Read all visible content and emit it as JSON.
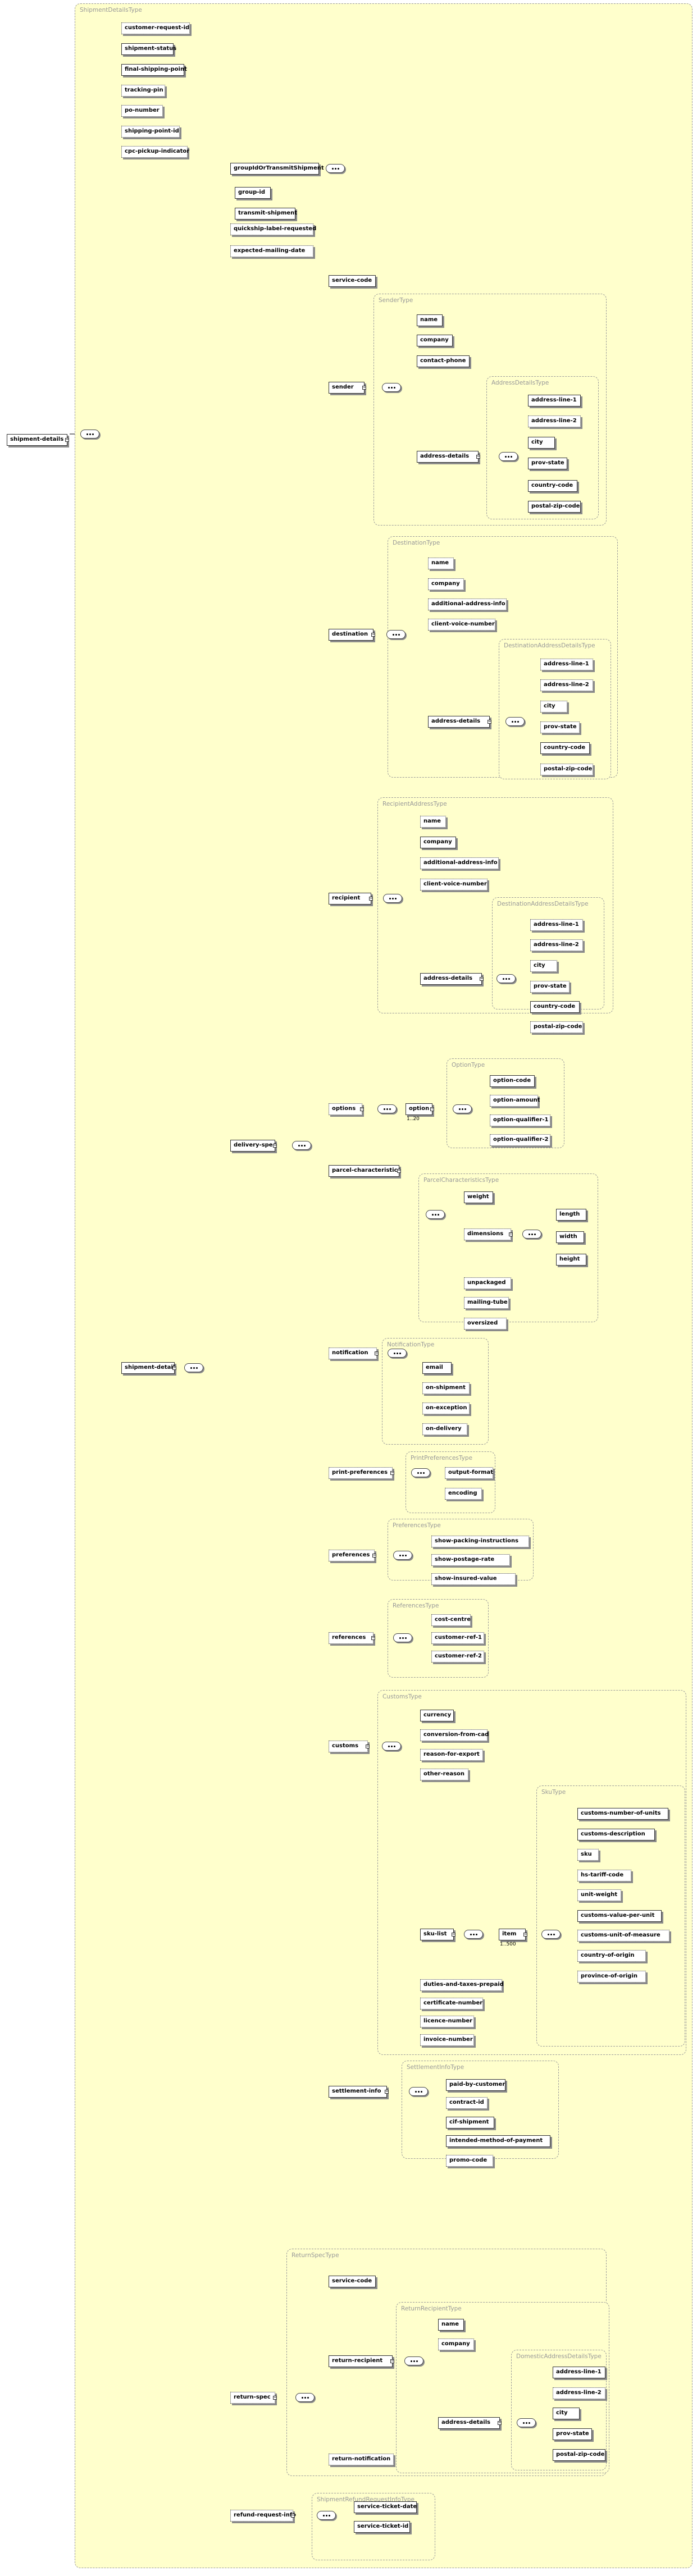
{
  "root": "shipment-details",
  "types": {
    "ShipmentDetailsType": "ShipmentDetailsType",
    "SenderType": "SenderType",
    "AddressDetailsType": "AddressDetailsType",
    "DestinationType": "DestinationType",
    "DestinationAddressDetailsType": "DestinationAddressDetailsType",
    "RecipientAddressType": "RecipientAddressType",
    "OptionType": "OptionType",
    "ParcelCharacteristicsType": "ParcelCharacteristicsType",
    "NotificationType": "NotificationType",
    "PrintPreferencesType": "PrintPreferencesType",
    "PreferencesType": "PreferencesType",
    "ReferencesType": "ReferencesType",
    "CustomsType": "CustomsType",
    "SkuType": "SkuType",
    "SettlementInfoType": "SettlementInfoType",
    "ReturnSpecType": "ReturnSpecType",
    "ReturnRecipientType": "ReturnRecipientType",
    "DomesticAddressDetailsType": "DomesticAddressDetailsType",
    "ShipmentRefundRequestInfoType": "ShipmentRefundRequestInfoType"
  },
  "shipment_details_children": [
    "customer-request-id",
    "shipment-status",
    "final-shipping-point",
    "tracking-pin",
    "po-number",
    "shipping-point-id",
    "cpc-pickup-indicator",
    "shipment-detail"
  ],
  "choice_children": [
    "groupIdOrTransmitShipment",
    "quickship-label-requested",
    "expected-mailing-date",
    "delivery-spec",
    "return-spec",
    "refund-request-info"
  ],
  "group_children": [
    "group-id",
    "transmit-shipment"
  ],
  "delivery_spec_children": [
    "service-code",
    "sender",
    "destination",
    "recipient",
    "options",
    "parcel-characteristics",
    "notification",
    "print-preferences",
    "preferences",
    "references",
    "customs",
    "settlement-info"
  ],
  "sender_children": [
    "name",
    "company",
    "contact-phone",
    "address-details"
  ],
  "address_lines": [
    "address-line-1",
    "address-line-2",
    "city",
    "prov-state",
    "country-code",
    "postal-zip-code"
  ],
  "destination_children": [
    "name",
    "company",
    "additional-address-info",
    "client-voice-number",
    "address-details"
  ],
  "recipient_children": [
    "name",
    "company",
    "additional-address-info",
    "client-voice-number",
    "address-details"
  ],
  "options_child": "option",
  "options_occurrence": "1..20",
  "option_children": [
    "option-code",
    "option-amount",
    "option-qualifier-1",
    "option-qualifier-2"
  ],
  "parcel_children": [
    "weight",
    "dimensions",
    "unpackaged",
    "mailing-tube",
    "oversized"
  ],
  "dimensions_children": [
    "length",
    "width",
    "height"
  ],
  "notification_children": [
    "email",
    "on-shipment",
    "on-exception",
    "on-delivery"
  ],
  "print_pref_children": [
    "output-format",
    "encoding"
  ],
  "preferences_children": [
    "show-packing-instructions",
    "show-postage-rate",
    "show-insured-value"
  ],
  "references_children": [
    "cost-centre",
    "customer-ref-1",
    "customer-ref-2"
  ],
  "customs_children": [
    "currency",
    "conversion-from-cad",
    "reason-for-export",
    "other-reason",
    "sku-list",
    "duties-and-taxes-prepaid",
    "certificate-number",
    "licence-number",
    "invoice-number"
  ],
  "sku_list_child": "item",
  "sku_occurrence": "1..500",
  "sku_children": [
    "customs-number-of-units",
    "customs-description",
    "sku",
    "hs-tariff-code",
    "unit-weight",
    "customs-value-per-unit",
    "customs-unit-of-measure",
    "country-of-origin",
    "province-of-origin"
  ],
  "settlement_children": [
    "paid-by-customer",
    "contract-id",
    "cif-shipment",
    "intended-method-of-payment",
    "promo-code"
  ],
  "return_spec_children": [
    "service-code",
    "return-recipient",
    "return-notification"
  ],
  "return_recipient_children": [
    "name",
    "company",
    "address-details"
  ],
  "domestic_address_children": [
    "address-line-1",
    "address-line-2",
    "city",
    "prov-state",
    "postal-zip-code"
  ],
  "refund_children": [
    "service-ticket-date",
    "service-ticket-id"
  ]
}
